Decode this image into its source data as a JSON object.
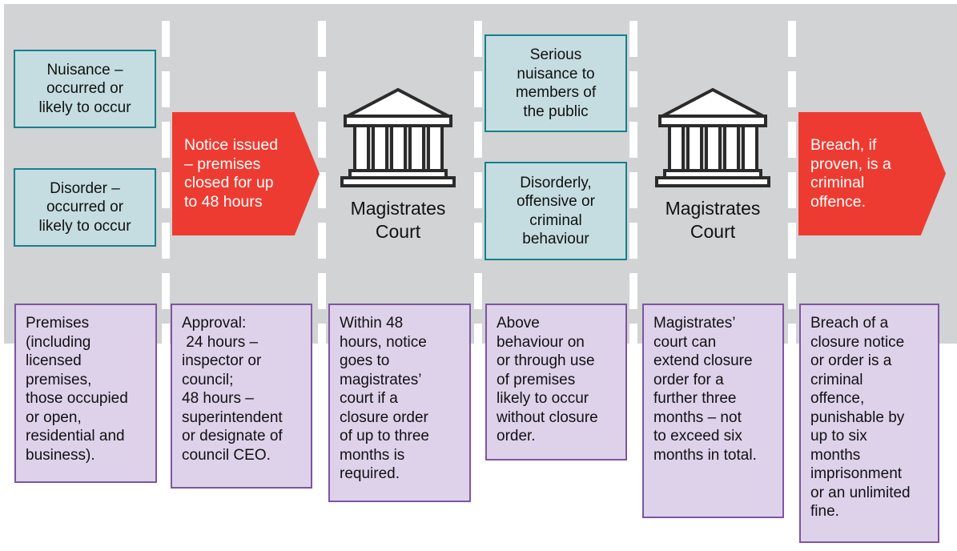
{
  "colors": {
    "band_background": "#d1d3d4",
    "condition_box_fill": "#c5dde1",
    "condition_box_border": "#15808c",
    "arrow_fill": "#ee3b31",
    "note_box_fill": "#ded2eb",
    "note_box_border": "#7d55a0",
    "divider_dash": "#ffffff",
    "icon_stroke": "#2b2b2b",
    "text_dark": "#111111",
    "text_light": "#ffffff"
  },
  "stages": {
    "grounds": {
      "nuisance_box": "Nuisance –\noccurred or\nlikely to occur",
      "disorder_box": "Disorder –\noccurred or\nlikely to occur",
      "note": "Premises\n(including\nlicensed\npremises,\nthose occupied\nor open,\nresidential and\nbusiness)."
    },
    "notice": {
      "arrow_label": "Notice issued\n– premises\nclosed for up\nto 48 hours",
      "note": "Approval:\n 24 hours –\ninspector or\ncouncil;\n48 hours –\nsuperintendent\nor designate of\ncouncil CEO."
    },
    "first_court": {
      "label": "Magistrates\nCourt",
      "icon": "courthouse-icon",
      "note": "Within 48\nhours, notice\ngoes to\nmagistrates’\ncourt if a\nclosure order\nof up to three\nmonths is\nrequired."
    },
    "order_grounds": {
      "serious_nuisance_box": "Serious\nnuisance to\nmembers of\nthe public",
      "disorderly_box": "Disorderly,\noffensive or\ncriminal\nbehaviour",
      "note": "Above\nbehaviour on\nor through use\nof premises\nlikely to occur\nwithout closure\norder."
    },
    "extension_court": {
      "label": "Magistrates\nCourt",
      "icon": "courthouse-icon",
      "note": "Magistrates’\ncourt can\nextend closure\norder for a\nfurther three\nmonths – not\nto exceed six\nmonths in total."
    },
    "breach": {
      "arrow_label": "Breach, if\nproven, is a\ncriminal\noffence.",
      "note": "Breach of a\nclosure notice\nor order is a\ncriminal\noffence,\npunishable by\nup to six\nmonths\nimprisonment\nor an unlimited\nfine."
    }
  }
}
